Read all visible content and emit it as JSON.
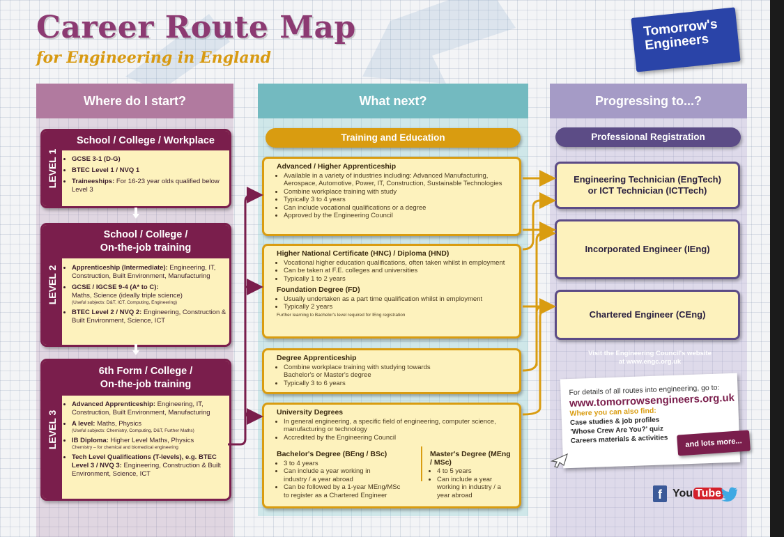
{
  "header": {
    "title": "Career Route Map",
    "subtitle": "for Engineering in England",
    "logo_line1": "Tomorrow's",
    "logo_line2": "Engineers"
  },
  "columns": {
    "start": "Where do I start?",
    "next": "What next?",
    "progress": "Progressing to...?"
  },
  "levels": [
    {
      "tab": "LEVEL 1",
      "head": "School / College / Workplace",
      "items": [
        "GCSE 3-1 (D-G)",
        "BTEC Level 1 / NVQ 1",
        "Traineeships:",
        "For 16-23 year olds qualified below Level 3"
      ]
    },
    {
      "tab": "LEVEL 2",
      "head_line1": "School / College /",
      "head_line2": "On-the-job training",
      "i1_b": "Apprenticeship (Intermediate):",
      "i1_t": "Engineering, IT, Construction, Built Environment, Manufacturing",
      "i2_b": "GCSE / IGCSE 9-4 (A* to C):",
      "i2_t": "Maths, Science (ideally triple science)",
      "i2_s": "(Useful subjects: D&T, ICT, Computing, Engineering)",
      "i3_b": "BTEC Level 2 / NVQ 2:",
      "i3_t": "Engineering, Construction & Built Environment, Science, ICT"
    },
    {
      "tab": "LEVEL 3",
      "head_line1": "6th Form / College /",
      "head_line2": "On-the-job training",
      "i1_b": "Advanced Apprenticeship:",
      "i1_t": "Engineering, IT, Construction, Built Environment, Manufacturing",
      "i2_b": "A level:",
      "i2_t": "Maths, Physics",
      "i2_s": "(Useful subjects: Chemistry, Computing, D&T, Further Maths)",
      "i3_b": "IB Diploma:",
      "i3_t": "Higher Level Maths, Physics",
      "i3_s": "Chemistry – for chemical and biomedical engineering",
      "i4_b": "Tech Level Qualifications (T-levels), e.g. BTEC Level 3 / NVQ 3:",
      "i4_t": "Engineering, Construction & Built Environment, Science, ICT"
    }
  ],
  "training": {
    "pill": "Training and Education",
    "apprenticeship": {
      "title": "Advanced / Higher Apprenticeship",
      "items": [
        "Available in a variety of industries including: Advanced Manufacturing, Aerospace, Automotive, Power, IT, Construction, Sustainable Technologies",
        "Combine workplace training with study",
        "Typically 3 to 4 years",
        "Can include vocational qualifications or a degree",
        "Approved by the Engineering Council"
      ]
    },
    "hnc": {
      "title": "Higher National Certificate (HNC) / Diploma (HND)",
      "items": [
        "Vocational higher education qualifications, often taken whilst in employment",
        "Can be taken at F.E. colleges and universities",
        "Typically 1 to 2 years"
      ],
      "fd_title": "Foundation Degree (FD)",
      "fd_items": [
        "Usually undertaken as a part time qualification whilst in employment",
        "Typically 2 years"
      ],
      "note": "Further learning to Bachelor's level required for IEng registration"
    },
    "degree_app": {
      "title": "Degree Apprenticeship",
      "items": [
        "Combine workplace training with studying towards Bachelor's or Master's degree",
        "Typically 3 to 6 years"
      ]
    },
    "university": {
      "title": "University Degrees",
      "items": [
        "In general engineering, a specific field of engineering, computer science, manufacturing or technology",
        "Accredited by the Engineering Council"
      ],
      "bachelor_title": "Bachelor's Degree (BEng / BSc)",
      "bachelor_items": [
        "3 to 4 years",
        "Can include a year working in industry / a year abroad",
        "Can be followed by a 1-year MEng/MSc to register as a Chartered Engineer"
      ],
      "master_title": "Master's Degree (MEng / MSc)",
      "master_items": [
        "4 to 5 years",
        "Can include a year working in industry / a year abroad"
      ]
    }
  },
  "registration": {
    "pill": "Professional Registration",
    "engtech_line1": "Engineering Technician (EngTech)",
    "engtech_line2": "or ICT Technician (ICTTech)",
    "ieng": "Incorporated Engineer (IEng)",
    "ceng": "Chartered Engineer (CEng)",
    "visit_line1": "Visit the Engineering Council's website",
    "visit_line2": "at www.engc.org.uk"
  },
  "card": {
    "intro": "For details of all routes into engineering, go to:",
    "url": "www.tomorrowsengineers.org.uk",
    "also": "Where you can also find:",
    "items": [
      "Case studies & job profiles",
      "'Whose Crew Are You?' quiz",
      "Careers materials & activities"
    ],
    "more": "and lots more..."
  },
  "social": {
    "facebook": "f",
    "youtube_a": "You",
    "youtube_b": "Tube"
  },
  "colors": {
    "maroon": "#7a1e4c",
    "gold": "#d99c10",
    "purple": "#5c4c86",
    "teal": "#73bac0"
  }
}
